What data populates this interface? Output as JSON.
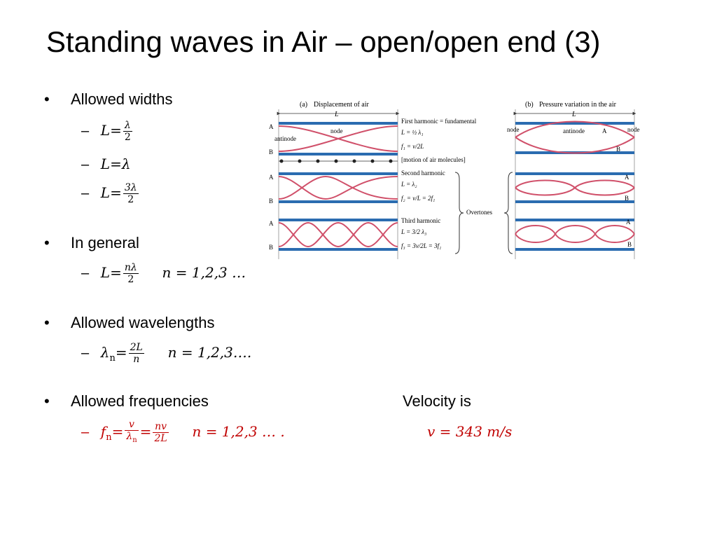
{
  "title": "Standing waves in Air – open/open end (3)",
  "bullets": {
    "widths": "Allowed widths",
    "general": "In general",
    "wavelengths": "Allowed wavelengths",
    "frequencies": "Allowed frequencies",
    "velocity": "Velocity is"
  },
  "eq": {
    "L": "L",
    "eq": "=",
    "lambda": "λ",
    "two": "2",
    "three_lambda": "3λ",
    "n_lambda": "nλ",
    "n_range": "n = 1,2,3 …",
    "lambda_n": "λ",
    "sub_n": "n",
    "two_L": "2L",
    "n": "n",
    "n_range2": "n = 1,2,3….",
    "f": "f",
    "v": "v",
    "nv": "nv",
    "n_range3": "n = 1,2,3 … .",
    "velocity": "v = 343 m/s"
  },
  "figure": {
    "a_label": "(a)",
    "a_title": "Displacement of air",
    "b_label": "(b)",
    "b_title": "Pressure variation in the air",
    "L": "L",
    "A": "A",
    "B": "B",
    "antinode": "antinode",
    "node": "node",
    "first": "First harmonic = fundamental",
    "first_L": "L = ½ λ₁",
    "first_f": "f₁ = v/2L",
    "motion": "[motion of air molecules]",
    "second": "Second harmonic",
    "second_L": "L = λ₂",
    "second_f": "f₂ = v/L = 2f₁",
    "third": "Third harmonic",
    "third_L": "L = 3/2 λ₃",
    "third_f": "f₃ = 3v/2L = 3f₁",
    "overtones": "Overtones"
  },
  "colors": {
    "tube": "#2b6cb0",
    "wave": "#d0506a",
    "red_text": "#c00000"
  }
}
